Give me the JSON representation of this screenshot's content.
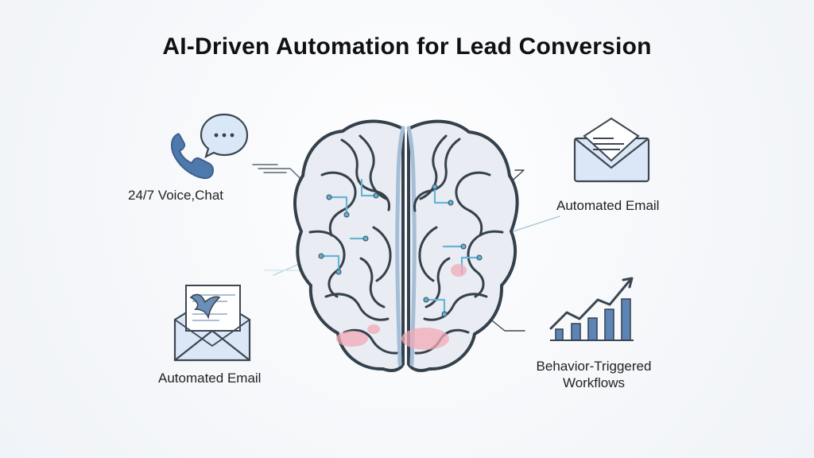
{
  "title": "AI-Driven Automation for Lead Conversion",
  "labels": {
    "voice_chat": "24/7 Voice,Chat",
    "automated_email_top": "Automated Email",
    "automated_email_bottom": "Automated Email",
    "behavior_workflows_line1": "Behavior-Triggered",
    "behavior_workflows_line2": "Workflows"
  },
  "icons": {
    "phone": "phone-icon",
    "chat": "chat-bubble-icon",
    "envelope_top": "envelope-icon",
    "envelope_bottom": "open-envelope-icon",
    "chart": "growth-chart-icon",
    "brain": "brain-icon"
  },
  "colors": {
    "outline": "#2f3943",
    "blue": "#4d79ad",
    "light_blue": "#dce8f6",
    "circuit_blue": "#63b3d2",
    "accent_pink": "#f1a9b7",
    "connector": "#3f4b57"
  }
}
